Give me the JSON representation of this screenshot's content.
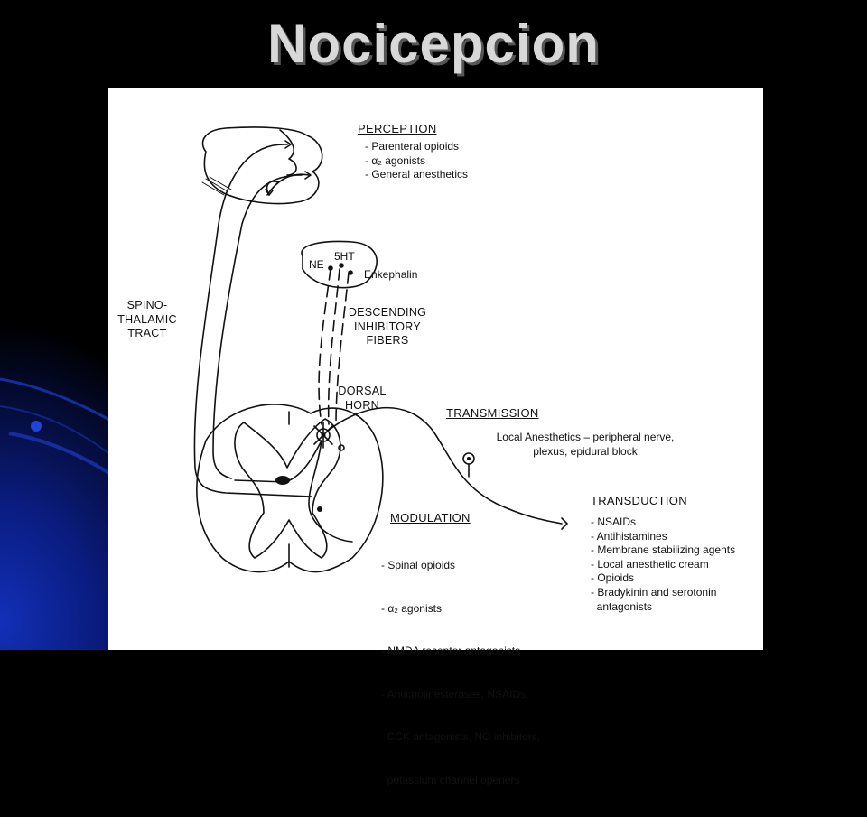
{
  "slide": {
    "title": "Nocicepcion",
    "background_accent": "#0a1c80"
  },
  "diagram": {
    "labels": {
      "spinothalamic_1": "SPINO-",
      "spinothalamic_2": "THALAMIC",
      "spinothalamic_3": "TRACT",
      "ne": "NE",
      "fivehT": "5HT",
      "enkephalin": "Enkephalin",
      "descending_1": "DESCENDING",
      "descending_2": "INHIBITORY",
      "descending_3": "FIBERS",
      "dorsal_1": "DORSAL",
      "dorsal_2": "HORN"
    },
    "perception": {
      "heading": "PERCEPTION",
      "items": [
        "- Parenteral opioids",
        "- α₂ agonists",
        "- General anesthetics"
      ]
    },
    "transmission": {
      "heading": "TRANSMISSION",
      "text_1": "Local Anesthetics – peripheral nerve,",
      "text_2": "plexus, epidural block"
    },
    "modulation": {
      "heading": "MODULATION",
      "items": [
        "- Spinal opioids",
        "- α₂ agonists",
        "- NMDA receptor antagonists",
        "- Anticholinesterases, NSAIDs,",
        "  CCK antagonists, NO inhibitors,",
        "  potassium channel openers"
      ]
    },
    "transduction": {
      "heading": "TRANSDUCTION",
      "items": [
        "- NSAIDs",
        "- Antihistamines",
        "- Membrane stabilizing agents",
        "- Local anesthetic cream",
        "- Opioids",
        "- Bradykinin and serotonin",
        "  antagonists"
      ]
    }
  }
}
